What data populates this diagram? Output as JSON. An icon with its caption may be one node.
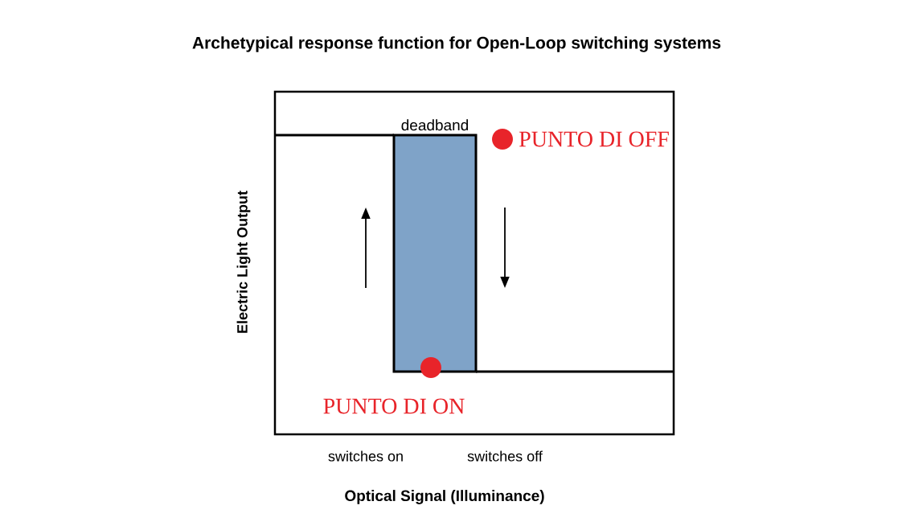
{
  "diagram": {
    "title": "Archetypical response function for Open-Loop switching systems",
    "nodes": [
      {
        "text": [
          "deadband"
        ]
      },
      {
        "text": [],
        "shape": "circle",
        "beside": [
          "PUNTO DI OFF"
        ]
      },
      {
        "text": [],
        "shape": "circle",
        "beside": [
          "PUNTO DI ON"
        ]
      }
    ],
    "labels": [
      "Electric Light Output",
      "switches on",
      "switches off",
      "Optical Signal (Illuminance)"
    ]
  }
}
